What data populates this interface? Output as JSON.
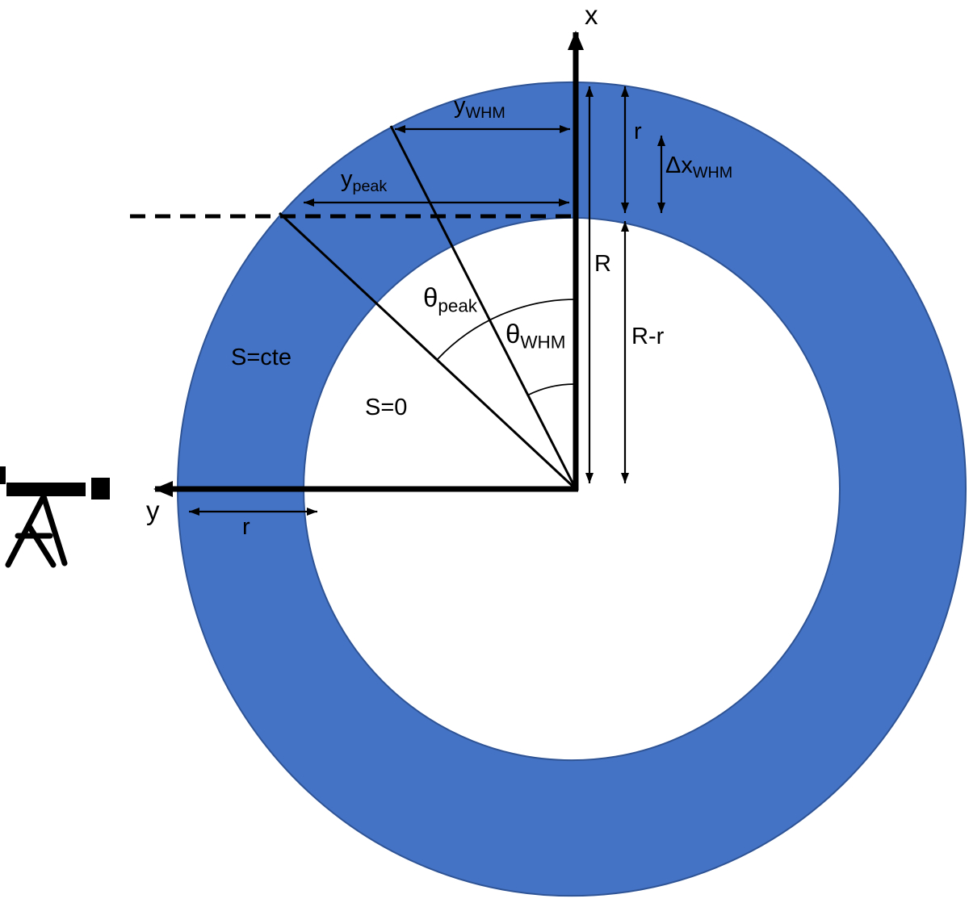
{
  "diagram": {
    "colors": {
      "ring_fill": "#4472C4",
      "ring_stroke": "#2F5496",
      "line_color": "#000000",
      "background": "#FFFFFF"
    },
    "icons": {
      "telescope": "telescope-icon"
    },
    "labels": {
      "axis_x": {
        "base": "x",
        "sub": ""
      },
      "axis_y": {
        "base": "y",
        "sub": ""
      },
      "y_whm": {
        "base": "y",
        "sub": "WHM"
      },
      "y_peak": {
        "base": "y",
        "sub": "peak"
      },
      "theta_peak": {
        "base": "θ",
        "sub": "peak"
      },
      "theta_whm": {
        "base": "θ",
        "sub": "WHM"
      },
      "radius_R": {
        "base": "R",
        "sub": ""
      },
      "r_top": {
        "base": "r",
        "sub": ""
      },
      "delta_x_whm": {
        "base": "Δx",
        "sub": "WHM"
      },
      "R_minus_r": {
        "base": "R-r",
        "sub": ""
      },
      "r_left": {
        "base": "r",
        "sub": ""
      },
      "s_cte": {
        "base": "S=cte",
        "sub": ""
      },
      "s_zero": {
        "base": "S=0",
        "sub": ""
      }
    }
  }
}
